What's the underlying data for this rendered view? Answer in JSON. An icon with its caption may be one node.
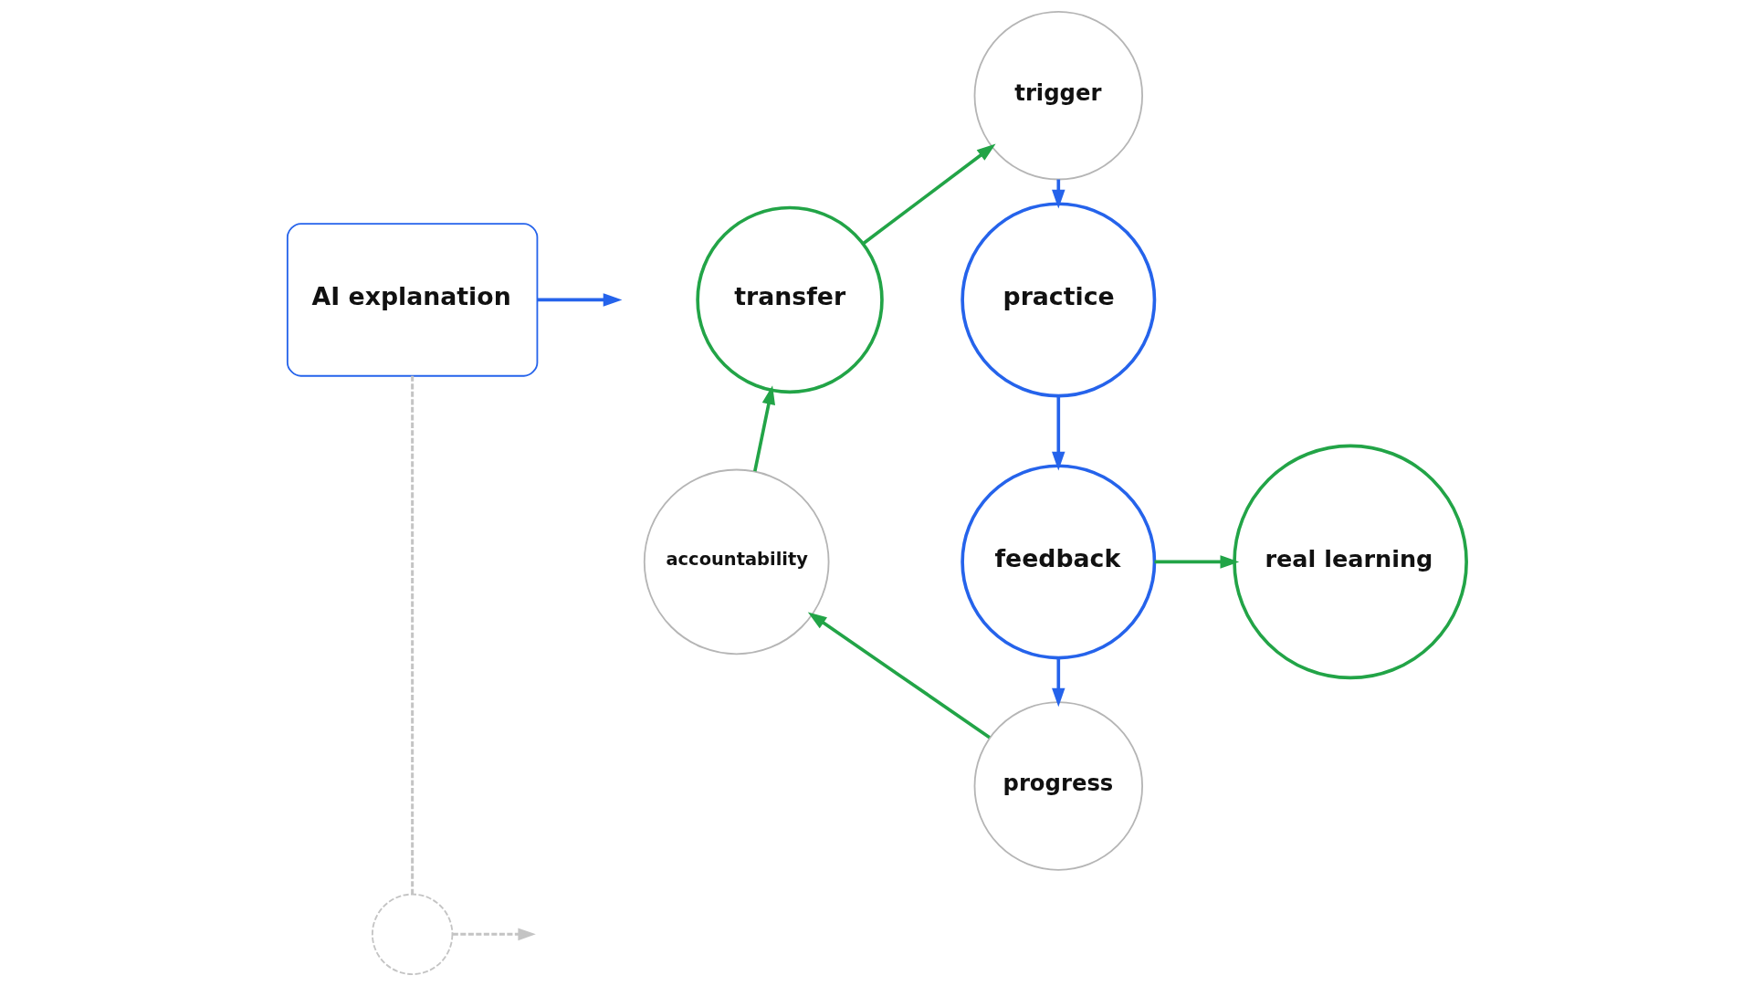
{
  "diagram": {
    "nodes": [
      {
        "text": [
          "AI explanation"
        ]
      },
      {
        "text": [
          "transfer"
        ]
      },
      {
        "text": [
          "trigger"
        ]
      },
      {
        "text": [
          "practice"
        ]
      },
      {
        "text": [
          "feedback"
        ]
      },
      {
        "text": [
          "real learning"
        ]
      },
      {
        "text": [
          "progress"
        ]
      },
      {
        "text": [
          "accountability"
        ]
      },
      {
        "text": [],
        "shape": "circle"
      }
    ],
    "edges": [
      {
        "from": 0,
        "to": null,
        "arrow": "to",
        "color": "#2563eb"
      },
      {
        "from": 1,
        "to": 2,
        "arrow": "to",
        "color": "#22a447"
      },
      {
        "from": 2,
        "to": 3,
        "arrow": "to",
        "color": "#2563eb"
      },
      {
        "from": 3,
        "to": 4,
        "arrow": "to",
        "color": "#2563eb"
      },
      {
        "from": 4,
        "to": 6,
        "arrow": "to",
        "color": "#2563eb"
      },
      {
        "from": 6,
        "to": 7,
        "arrow": "to",
        "color": "#22a447"
      },
      {
        "from": 7,
        "to": 1,
        "arrow": "to",
        "color": "#22a447"
      },
      {
        "from": 4,
        "to": 5,
        "arrow": "to",
        "color": "#22a447"
      },
      {
        "from": 0,
        "to": 8,
        "arrow": "none",
        "style": "dashed",
        "color": "#c4c4c4"
      },
      {
        "from": 8,
        "to": null,
        "arrow": "to",
        "style": "dashed",
        "color": "#c4c4c4"
      }
    ]
  }
}
